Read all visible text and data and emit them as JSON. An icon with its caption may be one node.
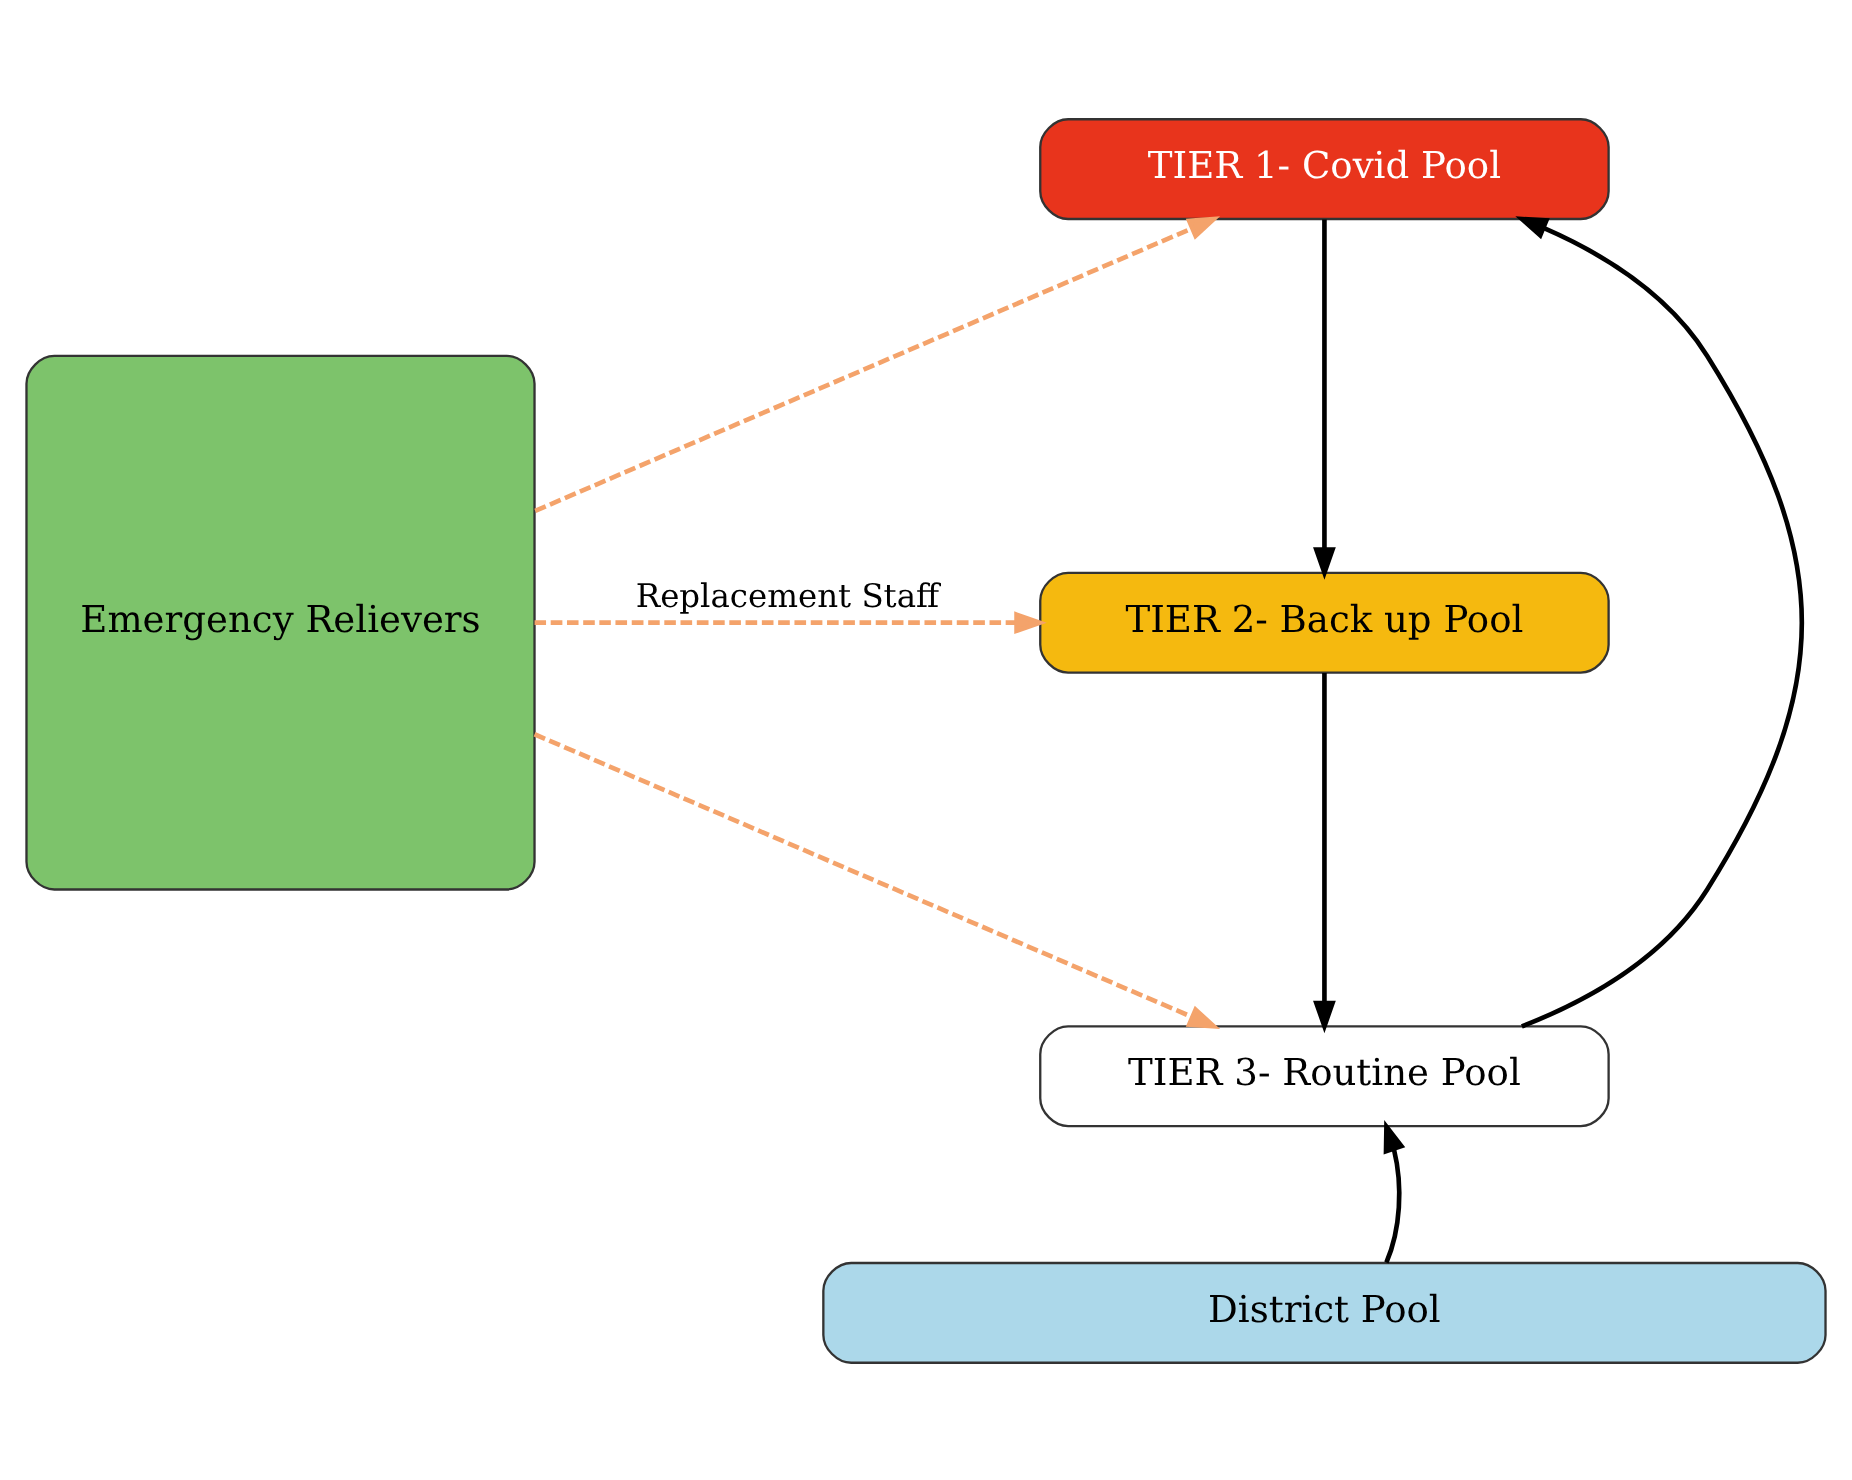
{
  "diagram": {
    "nodes": [
      {
        "text": [
          "Emergency Relievers"
        ]
      },
      {
        "text": [
          "TIER 1- Covid Pool"
        ]
      },
      {
        "text": [
          "TIER 2- Back up Pool"
        ]
      },
      {
        "text": [
          "TIER 3- Routine Pool"
        ]
      },
      {
        "text": [
          "District Pool"
        ]
      }
    ],
    "edges": [
      {
        "from": 0,
        "to": 1,
        "arrow": "to",
        "style": "dashed",
        "color": "#f4a36b"
      },
      {
        "from": 0,
        "to": 2,
        "arrow": "to",
        "style": "dashed",
        "color": "#f4a36b",
        "label": "Replacement Staff"
      },
      {
        "from": 0,
        "to": 3,
        "arrow": "to",
        "style": "dashed",
        "color": "#f4a36b"
      },
      {
        "from": 1,
        "to": 2,
        "arrow": "to"
      },
      {
        "from": 2,
        "to": 3,
        "arrow": "to"
      },
      {
        "from": 4,
        "to": 3,
        "arrow": "to"
      },
      {
        "from": 3,
        "to": 1,
        "arrow": "to"
      }
    ]
  }
}
